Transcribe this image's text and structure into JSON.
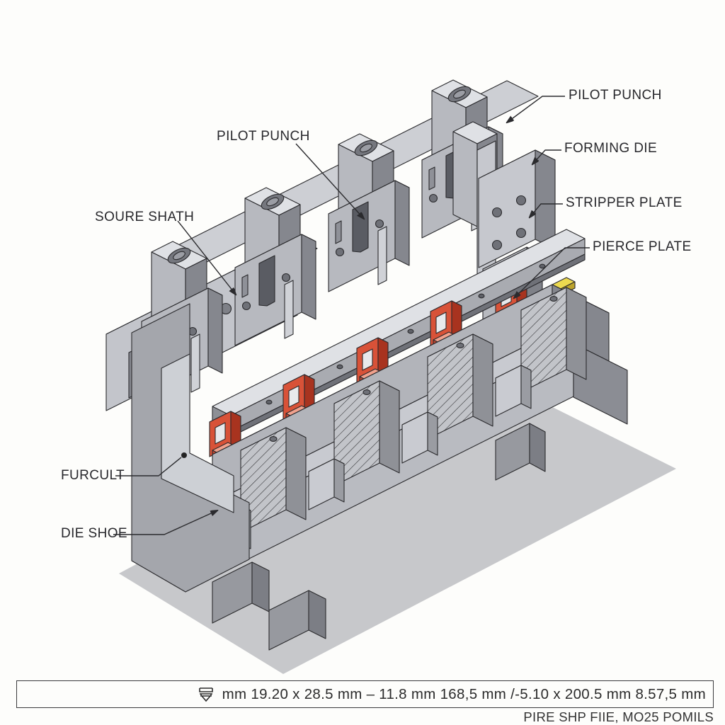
{
  "diagram": {
    "callouts": {
      "pilot_punch_top": "PILOT PUNCH",
      "soure_shath": "SOURE SHATH",
      "pilot_punch_right": "PILOT PUNCH",
      "forming_die": "FORMING DIE",
      "stripper_plate": "STRIPPER PLATE",
      "pierce_plate": "PIERCE PLATE",
      "furcult": "FURCULT",
      "die_shoe": "DIE SHOE"
    }
  },
  "title_block": {
    "icon": "stacked-die-icon",
    "dimensions_text": "mm 19.20 x  28.5 mm – 11.8 mm 168,5 mm /-5.10 x 200.5 mm 8.57,5 mm",
    "footer_text": "PIRE SHP FIIE, MO25 POMILS"
  },
  "colors": {
    "background": "#fdfdfb",
    "outline": "#2b2b2e",
    "metal_light": "#dfe1e5",
    "metal_mid": "#b7b9bf",
    "metal_dark": "#85878e",
    "cut_face": "#a4a6ac",
    "accent_red": "#d85238",
    "accent_red_light": "#f0a18d",
    "accent_red_dark": "#a8331f",
    "accent_yellow": "#ecd94f",
    "shadow": "#c7c8cb"
  }
}
